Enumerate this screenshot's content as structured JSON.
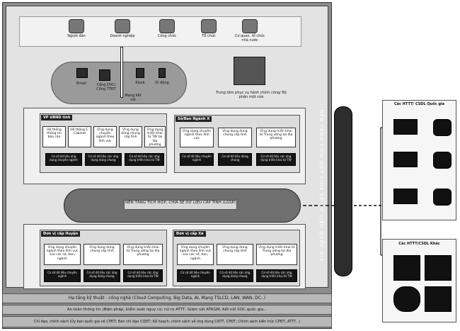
{
  "actors": [
    {
      "label": "Người dân",
      "icon": "people-icon"
    },
    {
      "label": "Doanh nghiệp",
      "icon": "building-icon"
    },
    {
      "label": "Công chức",
      "icon": "officer-icon"
    },
    {
      "label": "Tổ chức",
      "icon": "organization-icon"
    },
    {
      "label": "Cơ quan, tổ chức nhà nước",
      "icon": "government-icon"
    }
  ],
  "channels": {
    "email": "Email",
    "portal": "Cổng DVC/ Cổng TTĐT",
    "kiosk": "Kiosk",
    "mobile": "Di động",
    "channel_label": "Mạng kết nối"
  },
  "service_center": "Trung tâm phục vụ hành chính công/ Bộ phận một cửa",
  "block1": {
    "left_title": "VP UBND tỉnh",
    "right_title": "Sở/Ban Ngành X",
    "apps_left": [
      "Hệ thống thông tin báo cáo",
      "Hệ thống E-Cabinet",
      "Ứng dụng chuyên ngành theo lĩnh vực",
      "Ứng dụng dùng chung cấp tỉnh",
      "Ứng dụng triển khai từ TW tại địa phương"
    ],
    "dbs_left": [
      "Cơ sở dữ liệu ứng dụng chuyên ngành",
      "Cơ sở dữ liệu các ứng dụng dùng chung",
      "Cơ sở dữ liệu các ứng dụng triển khai từ TW"
    ],
    "apps_right": [
      "Ứng dụng chuyên ngành theo lĩnh vực",
      "Ứng dụng dùng chung cấp tỉnh",
      "Ứng dụng triển khai từ Trung ương tại địa phương"
    ],
    "dbs_right": [
      "Cơ sở dữ liệu chuyên ngành",
      "Cơ sở dữ liệu dùng chung",
      "Cơ sở dữ liệu các ứng dụng triển khai từ TW"
    ]
  },
  "lgsp": "NỀN TẢNG TÍCH HỢP, CHIA SẺ DỮ LIỆU CẤP TỈNH (LGSP)",
  "block2": {
    "left_title": "Đơn vị cấp Huyện",
    "right_title": "Đơn vị cấp Xã",
    "apps_left": [
      "Ứng dụng chuyên ngành theo lĩnh vực của các sở, ban, ngành",
      "Ứng dụng dùng chung cấp tỉnh",
      "Ứng dụng triển khai từ Trung ương tại địa phương"
    ],
    "dbs_left": [
      "Cơ sở dữ liệu chuyên ngành",
      "Cơ sở dữ liệu các ứng dụng dùng chung",
      "Cơ sở dữ liệu các ứng dụng triển khai từ TW"
    ],
    "apps_right": [
      "Ứng dụng chuyên ngành theo lĩnh vực của các sở, ban, ngành",
      "Ứng dụng dùng chung cấp tỉnh",
      "Ứng dụng triển khai từ Trung ương tại địa phương"
    ],
    "dbs_right": [
      "Cơ sở dữ liệu chuyên ngành",
      "Cơ sở dữ liệu các ứng dụng dùng chung",
      "Cơ sở dữ liệu các ứng dụng triển khai từ TW"
    ]
  },
  "ngsp": "NỀN TẢNG TÍCH HỢP CHIA SẺ DỮ LIỆU QUỐC GIA",
  "right_top_title": "Các HTTT/ CSDL Quốc gia",
  "right_bottom_title": "Các HTTT/CSDL Khác",
  "footer": [
    "Hạ tầng kỹ thuật - công nghệ (Cloud Computing, Big Data, AI, Mạng TSLCD, LAN, WAN, DC..)",
    "An toàn thông tin (Biện pháp, kiểm soát nguy cơ, rủi ro ATTT, Giám sát ATKGM, Kết nối SOC quốc gia...",
    "Chỉ đạo, chính sách (Ủy ban quốc gia về CPĐT; Ban chỉ đạo CQĐT; Kế hoạch, chính sách về ứng dụng CNTT, CPĐT; Chính sách kiến trúc CPĐT, ATTT...)"
  ]
}
